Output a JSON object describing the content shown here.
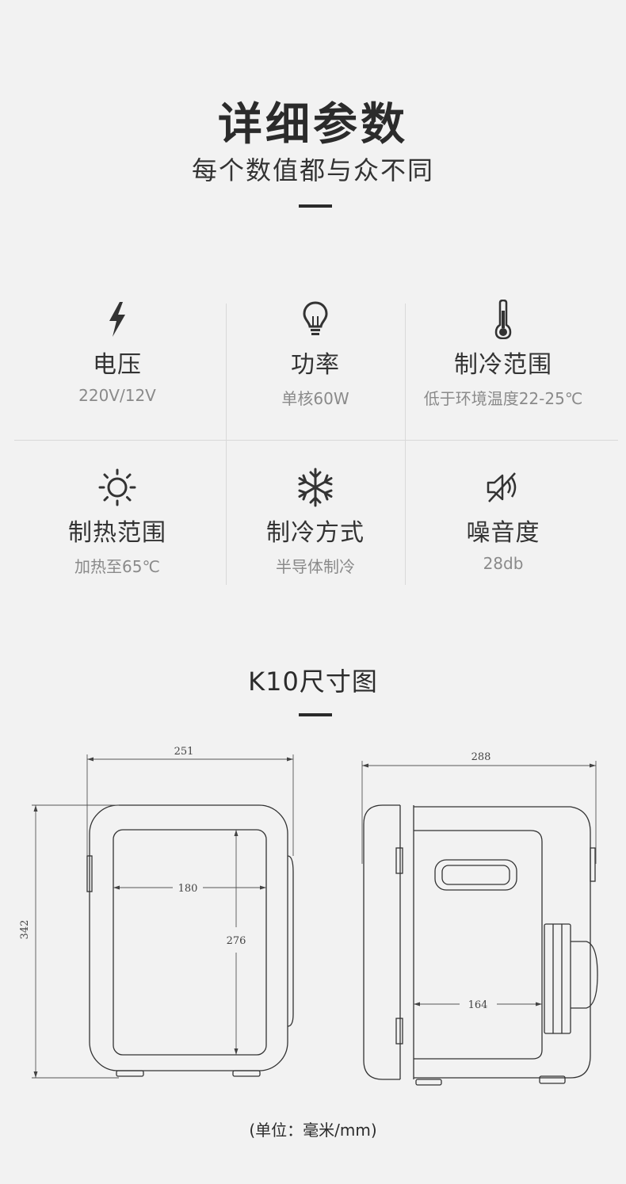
{
  "header": {
    "title": "详细参数",
    "subtitle": "每个数值都与众不同"
  },
  "specs": [
    {
      "icon": "lightning-icon",
      "label": "电压",
      "value": "220V/12V"
    },
    {
      "icon": "lightbulb-icon",
      "label": "功率",
      "value": "单核60W"
    },
    {
      "icon": "thermometer-icon",
      "label": "制冷范围",
      "value": "低于环境温度22-25℃"
    },
    {
      "icon": "sun-icon",
      "label": "制热范围",
      "value": "加热至65℃"
    },
    {
      "icon": "snowflake-icon",
      "label": "制冷方式",
      "value": "半导体制冷"
    },
    {
      "icon": "mute-speaker-icon",
      "label": "噪音度",
      "value": "28db"
    }
  ],
  "dimensions": {
    "title": "K10尺寸图",
    "front": {
      "width": "251",
      "height": "342",
      "inner_width": "180",
      "inner_height": "276"
    },
    "side": {
      "depth": "288",
      "inner_depth": "164"
    },
    "unit": "(单位：毫米/mm)"
  },
  "colors": {
    "background": "#f2f2f2",
    "text": "#2b2b2b",
    "muted": "#8a8a8a",
    "divider": "#d9d9d9"
  }
}
